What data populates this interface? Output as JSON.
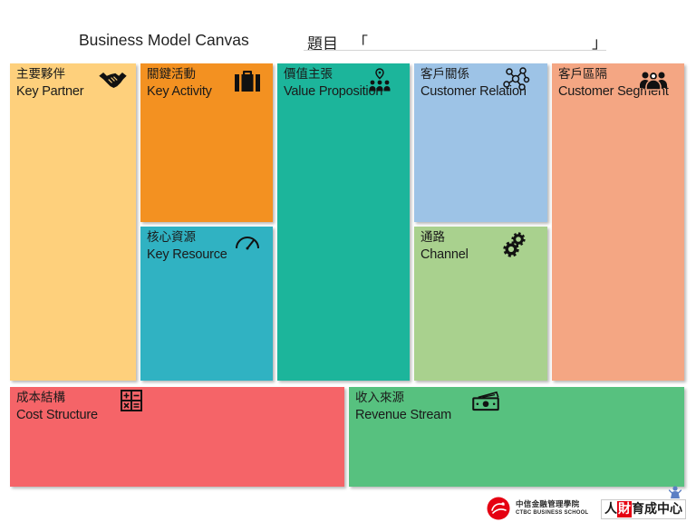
{
  "header": {
    "title": "Business Model Canvas",
    "topic_label": "題目",
    "topic_open": "「",
    "topic_close": "」"
  },
  "canvas": {
    "key_partner": {
      "zh": "主要夥伴",
      "en": "Key Partner",
      "icon": "handshake-icon",
      "color": "#FED07C"
    },
    "key_activity": {
      "zh": "關鍵活動",
      "en": "Key Activity",
      "icon": "briefcase-icon",
      "color": "#F39121"
    },
    "key_resource": {
      "zh": "核心資源",
      "en": "Key Resource",
      "icon": "gauge-icon",
      "color": "#30B2C2"
    },
    "value_proposition": {
      "zh": "價值主張",
      "en": "Value Proposition",
      "icon": "people-location-icon",
      "color": "#1CB59B"
    },
    "customer_relation": {
      "zh": "客戶關係",
      "en": "Customer Relation",
      "icon": "network-icon",
      "color": "#9DC3E6"
    },
    "channel": {
      "zh": "通路",
      "en": "Channel",
      "icon": "gears-icon",
      "color": "#A9D18E"
    },
    "customer_segment": {
      "zh": "客戶區隔",
      "en": "Customer Segment",
      "icon": "user-group-icon",
      "color": "#F4A683"
    },
    "cost_structure": {
      "zh": "成本結構",
      "en": "Cost Structure",
      "icon": "calculator-icon",
      "color": "#F56468"
    },
    "revenue_stream": {
      "zh": "收入來源",
      "en": "Revenue Stream",
      "icon": "cash-icon",
      "color": "#57C17F"
    }
  },
  "footer": {
    "school_zh": "中信金融管理學院",
    "school_en": "CTBC BUSINESS SCHOOL",
    "center_prefix": "人",
    "center_highlight": "財",
    "center_suffix": "育成中心",
    "brand_red": "#E50012",
    "mascot_color": "#5B7FC4",
    "logo_icon": "ctbc-logo-icon",
    "mascot_icon": "person-icon"
  }
}
